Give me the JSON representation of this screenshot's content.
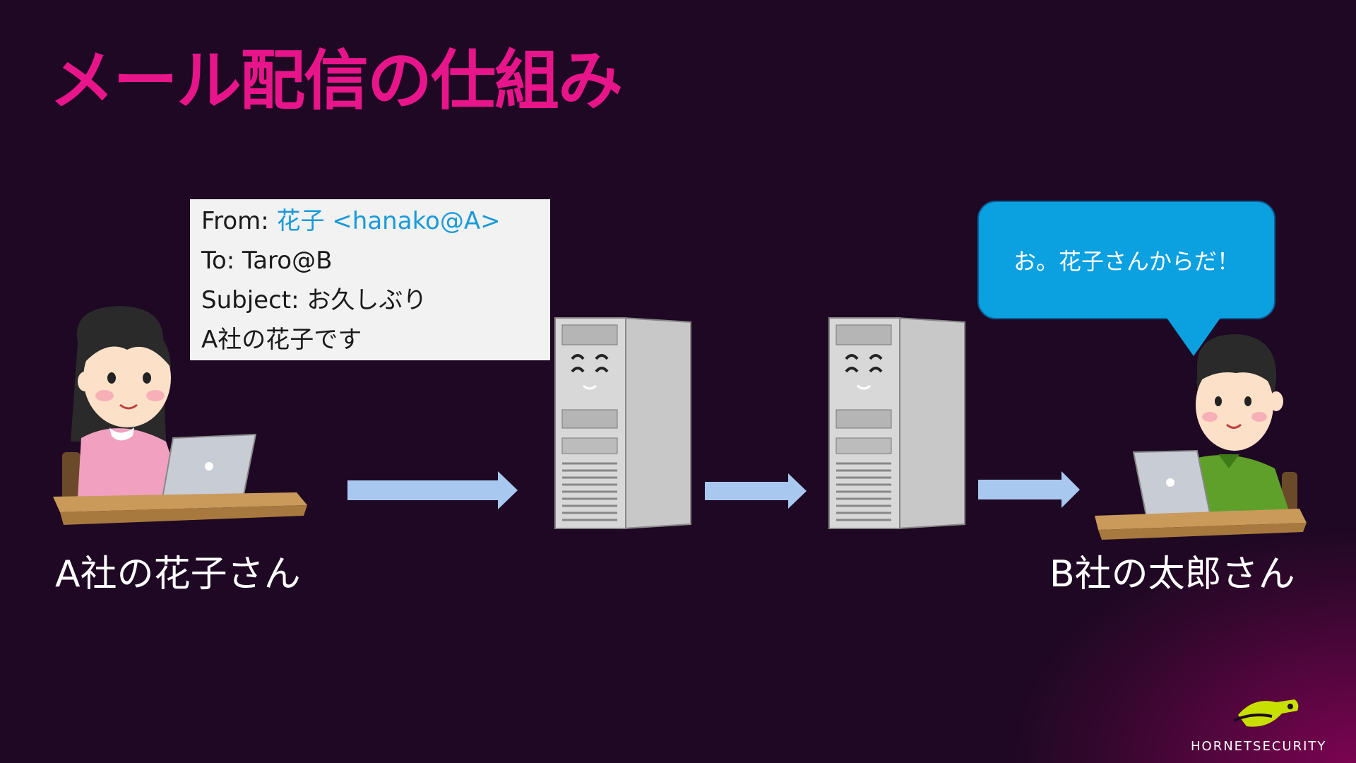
{
  "slide": {
    "title": "メール配信の仕組み"
  },
  "email": {
    "from_label": "From: ",
    "from_value": "花子 <hanako@A>",
    "to_line": "To: Taro@B",
    "subject_label": "Subject: ",
    "subject_value": "お久しぶり",
    "body": "A社の花子です"
  },
  "speech_bubble": {
    "text": "お。花子さんからだ！"
  },
  "sender": {
    "label": "A社の花子さん"
  },
  "receiver": {
    "label": "B社の太郎さん"
  },
  "logo": {
    "text": "HORNETSECURITY"
  },
  "colors": {
    "background": "#1e0823",
    "title": "#e8158a",
    "arrow": "#a8c8f0",
    "bubble": "#0ba0e0",
    "email_highlight": "#1a9ad8",
    "logo_accent": "#c8e000"
  }
}
